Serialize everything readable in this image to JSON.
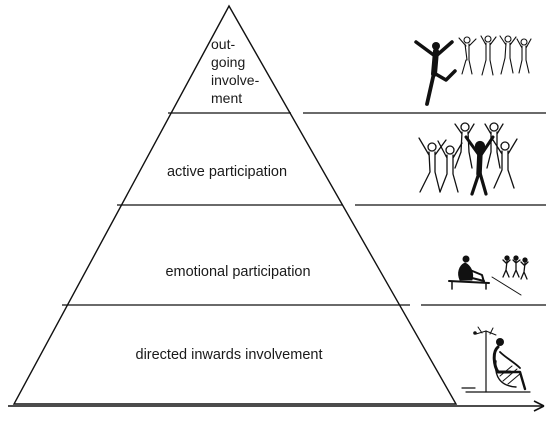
{
  "diagram": {
    "levels": [
      {
        "id": "outgoing",
        "lines": [
          "out-",
          "going",
          "involve-",
          "ment"
        ]
      },
      {
        "id": "active",
        "lines": [
          "active participation"
        ]
      },
      {
        "id": "emotional",
        "lines": [
          "emotional participation"
        ]
      },
      {
        "id": "directed",
        "lines": [
          "directed inwards involvement"
        ]
      }
    ],
    "icons": [
      "leaping-people-icon",
      "cheering-crowd-icon",
      "seated-viewer-icon",
      "seated-reader-icon"
    ]
  }
}
